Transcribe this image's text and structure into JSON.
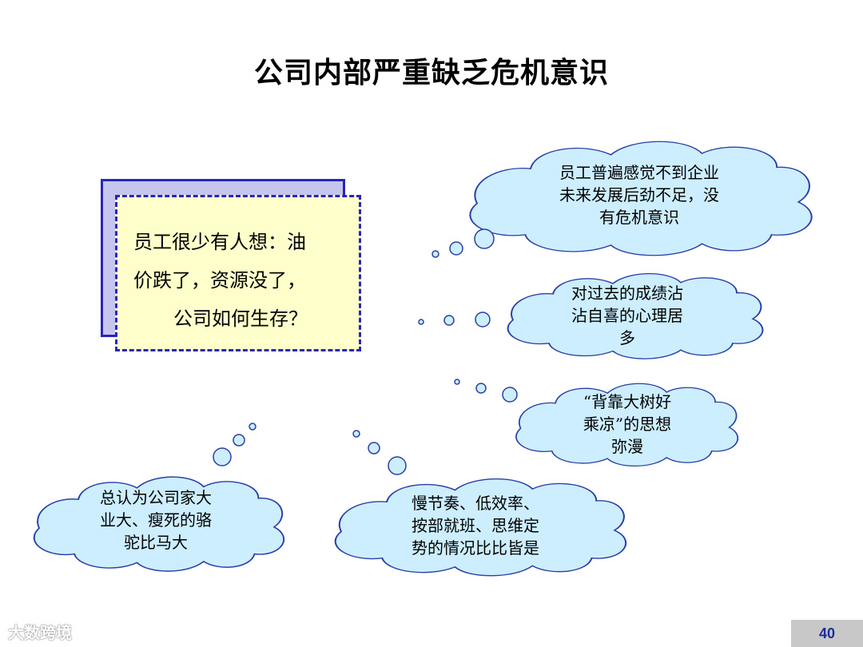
{
  "title": "公司内部严重缺乏危机意识",
  "note": {
    "line1": "员工很少有人想：油",
    "line2": "价跌了，资源没了，",
    "line3": "公司如何生存？"
  },
  "clouds": [
    {
      "lines": [
        "员工普遍感觉不到企业",
        "未来发展后劲不足，没",
        "有危机意识"
      ]
    },
    {
      "lines": [
        "对过去的成绩沾",
        "沾自喜的心理居",
        "多"
      ]
    },
    {
      "lines": [
        "“背靠大树好",
        "乘凉”的思想",
        "弥漫"
      ]
    },
    {
      "lines": [
        "慢节奏、低效率、",
        "按部就班、思维定",
        "势的情况比比皆是"
      ]
    },
    {
      "lines": [
        "总认为公司家大",
        "业大、瘦死的骆",
        "驼比马大"
      ]
    }
  ],
  "colors": {
    "cloud_fill": "#cdeeff",
    "cloud_stroke": "#2a3fa8",
    "note_fill": "#ffffcc",
    "note_border": "#2626b8"
  },
  "watermark": "大数跨境",
  "page_number": "40"
}
